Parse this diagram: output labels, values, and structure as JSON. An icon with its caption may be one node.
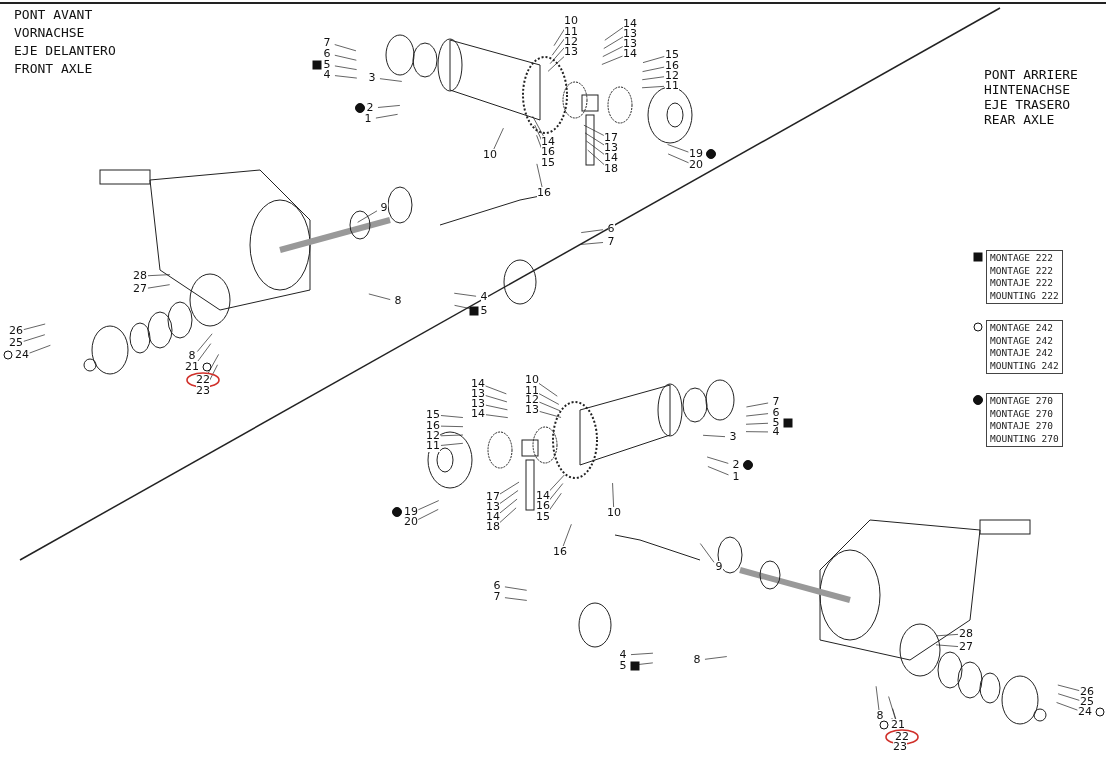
{
  "diagram": {
    "labels": [
      "PONT AVANT",
      "VORNACHSE",
      "EJE DELANTERO",
      "FRONT AXLE",
      "PONT ARRIERE",
      "HINTENACHSE",
      "EJE TRASERO",
      "REAR AXLE",
      "7",
      "6",
      "5",
      "4",
      "10",
      "11",
      "12",
      "13",
      "14",
      "13",
      "13",
      "14",
      "15",
      "16",
      "12",
      "11",
      "3",
      "2",
      "1",
      "14",
      "16",
      "15",
      "17",
      "13",
      "14",
      "18",
      "19",
      "20",
      "10",
      "16",
      "9",
      "6",
      "7",
      "4",
      "5",
      "8",
      "28",
      "27",
      "26",
      "25",
      "24",
      "8",
      "21",
      "22",
      "23",
      "14",
      "13",
      "13",
      "14",
      "15",
      "16",
      "12",
      "11",
      "10",
      "11",
      "12",
      "13",
      "7",
      "6",
      "5",
      "4",
      "3",
      "2",
      "1",
      "17",
      "13",
      "14",
      "18",
      "14",
      "16",
      "15",
      "19",
      "20",
      "16",
      "10",
      "9",
      "6",
      "7",
      "4",
      "5",
      "8",
      "28",
      "27",
      "26",
      "25",
      "24",
      "8",
      "21",
      "22",
      "23"
    ],
    "legend": [
      {
        "text": "MONTAGE 222"
      },
      {
        "text": "MONTAGE 222"
      },
      {
        "text": "MONTAJE 222"
      },
      {
        "text": "MOUNTING 222"
      },
      {
        "text": "MONTAGE 242"
      },
      {
        "text": "MONTAGE 242"
      },
      {
        "text": "MONTAJE 242"
      },
      {
        "text": "MOUNTING 242"
      },
      {
        "text": "MONTAGE 270"
      },
      {
        "text": "MONTAGE 270"
      },
      {
        "text": "MONTAJE 270"
      },
      {
        "text": "MOUNTING 270"
      }
    ]
  }
}
